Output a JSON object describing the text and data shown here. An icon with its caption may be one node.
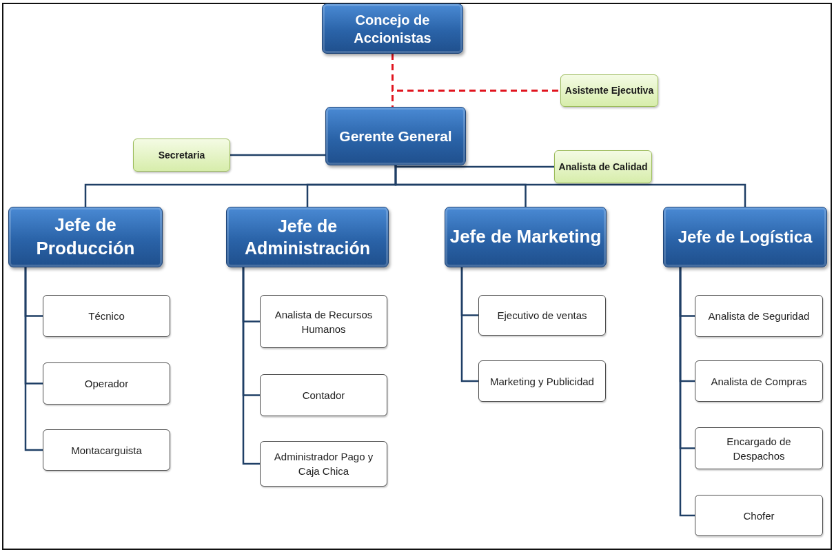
{
  "diagram": {
    "nodes": [
      {
        "text": [
          "Concejo de Accionistas"
        ]
      },
      {
        "text": [
          "Asistente Ejecutiva"
        ]
      },
      {
        "text": [
          "Gerente General"
        ]
      },
      {
        "text": [
          "Secretaria"
        ]
      },
      {
        "text": [
          "Analista de Calidad"
        ]
      },
      {
        "text": [
          "Jefe de Producción"
        ]
      },
      {
        "text": [
          "Jefe de Administración"
        ]
      },
      {
        "text": [
          "Jefe de Marketing"
        ]
      },
      {
        "text": [
          "Jefe de Logística"
        ]
      },
      {
        "text": [
          "Técnico"
        ]
      },
      {
        "text": [
          "Operador"
        ]
      },
      {
        "text": [
          "Montacarguista"
        ]
      },
      {
        "text": [
          "Analista de Recursos Humanos"
        ]
      },
      {
        "text": [
          "Contador"
        ]
      },
      {
        "text": [
          "Administrador Pago y Caja Chica"
        ]
      },
      {
        "text": [
          "Ejecutivo de ventas"
        ]
      },
      {
        "text": [
          "Marketing y Publicidad"
        ]
      },
      {
        "text": [
          "Analista de Seguridad"
        ]
      },
      {
        "text": [
          "Analista de Compras"
        ]
      },
      {
        "text": [
          "Encargado de Despachos"
        ]
      },
      {
        "text": [
          "Chofer"
        ]
      }
    ],
    "edges": [
      {
        "from": 0,
        "to": 2,
        "arrow": "none",
        "style": "dashed",
        "color": "#e0141e"
      },
      {
        "from": 0,
        "to": 1,
        "arrow": "none",
        "style": "dashed",
        "color": "#e0141e"
      },
      {
        "from": 2,
        "to": 3,
        "arrow": "none"
      },
      {
        "from": 2,
        "to": 4,
        "arrow": "none"
      },
      {
        "from": 2,
        "to": 5,
        "arrow": "none"
      },
      {
        "from": 2,
        "to": 6,
        "arrow": "none"
      },
      {
        "from": 2,
        "to": 7,
        "arrow": "none"
      },
      {
        "from": 2,
        "to": 8,
        "arrow": "none"
      },
      {
        "from": 5,
        "to": 9,
        "arrow": "none"
      },
      {
        "from": 5,
        "to": 10,
        "arrow": "none"
      },
      {
        "from": 5,
        "to": 11,
        "arrow": "none"
      },
      {
        "from": 6,
        "to": 12,
        "arrow": "none"
      },
      {
        "from": 6,
        "to": 13,
        "arrow": "none"
      },
      {
        "from": 6,
        "to": 14,
        "arrow": "none"
      },
      {
        "from": 7,
        "to": 15,
        "arrow": "none"
      },
      {
        "from": 7,
        "to": 16,
        "arrow": "none"
      },
      {
        "from": 8,
        "to": 17,
        "arrow": "none"
      },
      {
        "from": 8,
        "to": 18,
        "arrow": "none"
      },
      {
        "from": 8,
        "to": 19,
        "arrow": "none"
      },
      {
        "from": 8,
        "to": 20,
        "arrow": "none"
      }
    ]
  }
}
